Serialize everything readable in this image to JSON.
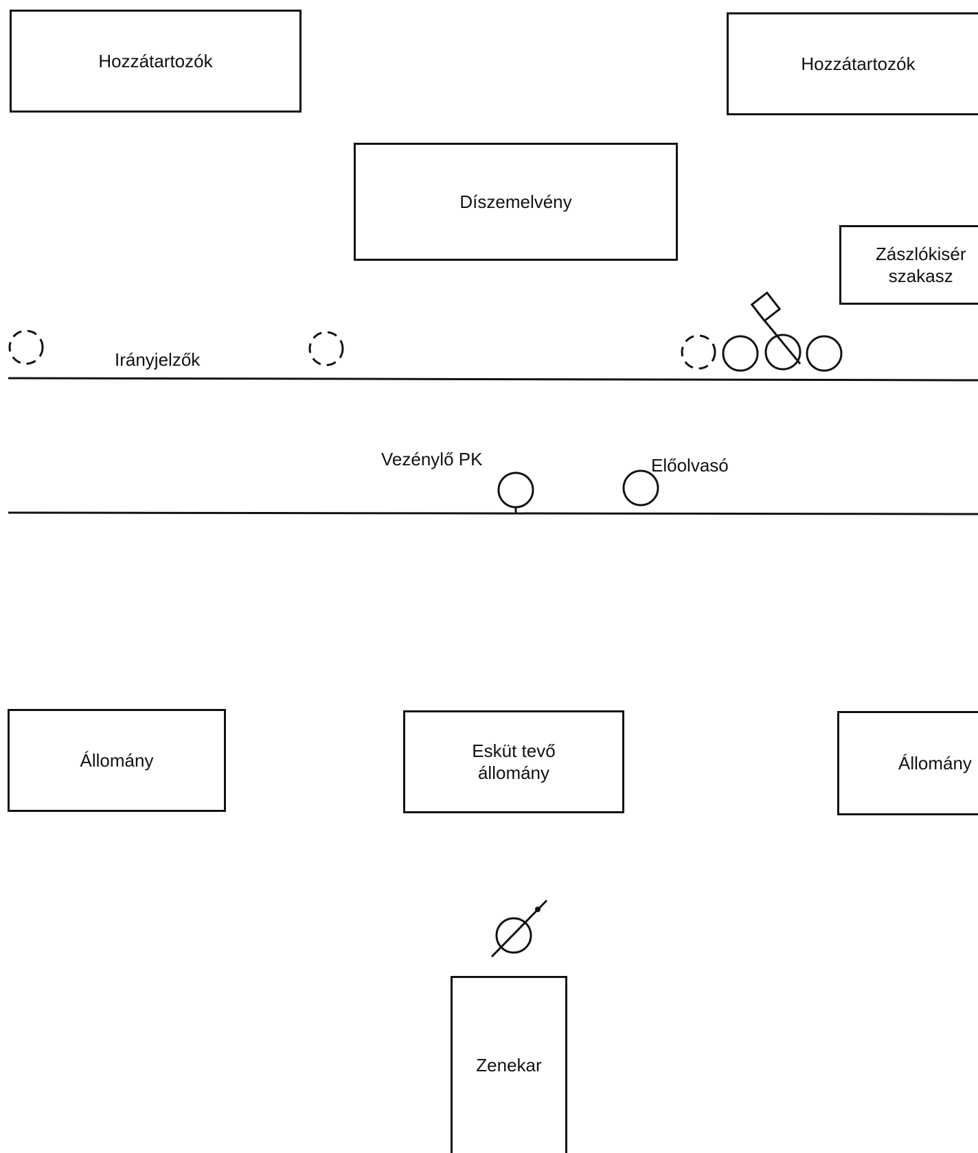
{
  "diagram": {
    "boxes": {
      "relatives_left": "Hozzátartozók",
      "relatives_right": "Hozzátartozók",
      "podium": "Díszemelvény",
      "flag_escort": "Zászlókisér\nszakasz",
      "personnel_left": "Állomány",
      "oath_takers": "Esküt tevő\nállomány",
      "personnel_right": "Állomány",
      "band": "Zenekar"
    },
    "labels": {
      "direction_markers": "Irányjelzők",
      "commander": "Vezénylő PK",
      "reader": "Előolvasó"
    },
    "colors": {
      "ink": "#111111",
      "background": "#ffffff"
    }
  }
}
